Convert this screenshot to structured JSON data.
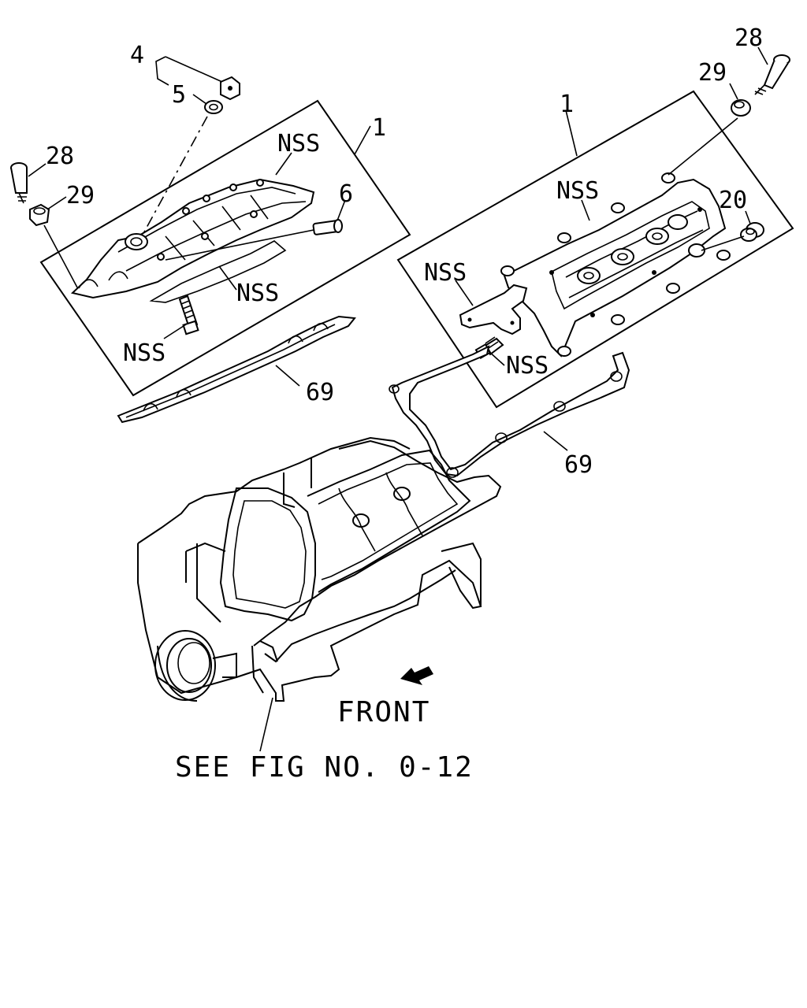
{
  "callouts": {
    "left": {
      "p4": "4",
      "p5": "5",
      "p28": "28",
      "p29": "29",
      "nss_top": "NSS",
      "p1": "1",
      "p6": "6",
      "nss_mid": "NSS",
      "nss_bolt": "NSS",
      "p69": "69"
    },
    "right": {
      "p28": "28",
      "p29": "29",
      "p1": "1",
      "nss_top": "NSS",
      "p20": "20",
      "nss_bracket": "NSS",
      "nss_bolt": "NSS",
      "p69": "69"
    }
  },
  "front_label": "FRONT",
  "see_figure": "SEE FIG NO. 0-12",
  "colors": {
    "line": "#000000",
    "background": "#ffffff"
  }
}
